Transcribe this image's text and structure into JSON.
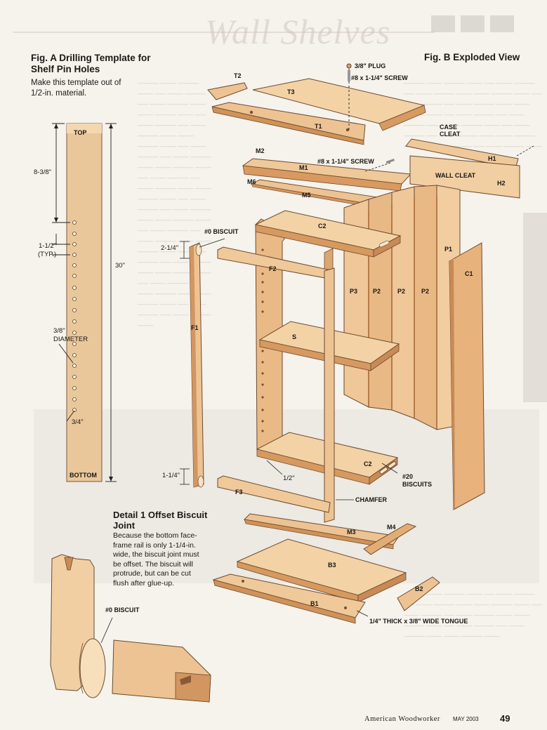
{
  "figA": {
    "title": "Fig. A  Drilling Template for Shelf Pin Holes",
    "subtitle": "Make this template out of 1/2-in. material.",
    "top_label": "TOP",
    "bottom_label": "BOTTOM",
    "dims": {
      "top_offset": "8-3/8\"",
      "spacing": "1-1/2\"",
      "spacing_note": "(TYP.)",
      "height": "30\"",
      "diameter": "3/8\"",
      "diameter_label": "DIAMETER",
      "edge": "3/4\""
    }
  },
  "figB": {
    "title": "Fig. B  Exploded View",
    "callouts": {
      "plug": "3/8\" PLUG",
      "screw_top": "#8 x 1-1/4\" SCREW",
      "screw_mid": "#8 x 1-1/4\" SCREW",
      "case_cleat": "CASE CLEAT",
      "wall_cleat": "WALL CLEAT",
      "biscuit": "#0 BISCUIT",
      "biscuits20": "#20 BISCUITS",
      "chamfer": "CHAMFER",
      "tongue": "1/4\" THICK x 3/8\" WIDE TONGUE",
      "dim_214": "2-1/4\"",
      "dim_114": "1-1/4\"",
      "dim_12": "1/2\""
    },
    "parts": [
      "T2",
      "T3",
      "T1",
      "M2",
      "M1",
      "M6",
      "M5",
      "H1",
      "H2",
      "C2",
      "P1",
      "C1",
      "P3",
      "P2",
      "P2",
      "P2",
      "F2",
      "F1",
      "S",
      "C2",
      "F3",
      "M3",
      "M4",
      "B3",
      "B2",
      "B1"
    ]
  },
  "detail": {
    "title": "Detail 1 Offset Biscuit Joint",
    "body": "Because the bottom face-frame rail is only 1-1/4-in. wide, the biscuit joint must be offset. The biscuit will protrude, but can be cut flush after glue-up.",
    "biscuit": "#0 BISCUIT"
  },
  "footer": {
    "publication": "American Woodworker",
    "date": "MAY 2003",
    "page": "49"
  },
  "colors": {
    "wood_light": "#f2cfa2",
    "wood_mid": "#e6b27c",
    "wood_dark": "#c98a55",
    "outline": "#6b4a2e"
  }
}
